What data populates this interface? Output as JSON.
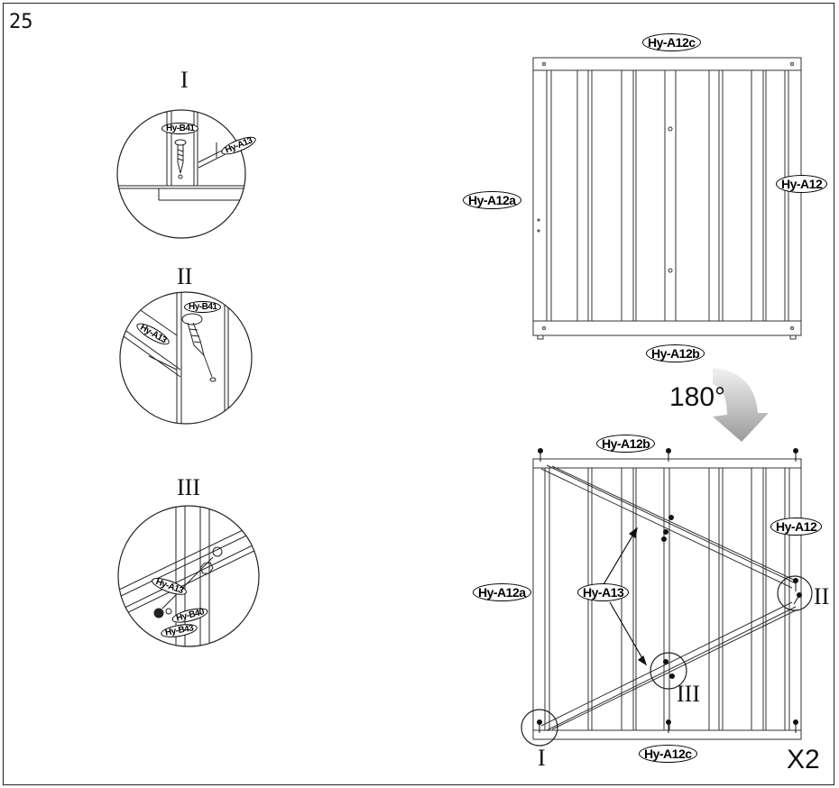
{
  "step_number": "25",
  "multiplier": "X2",
  "rotation": "180°",
  "details": {
    "I": {
      "label": "I",
      "parts": [
        "Hy-B41",
        "Hy-A13"
      ]
    },
    "II": {
      "label": "II",
      "parts": [
        "Hy-B41",
        "Hy-A13"
      ]
    },
    "III": {
      "label": "III",
      "parts": [
        "Hy-A13",
        "Hy-B40",
        "Hy-B43"
      ]
    }
  },
  "panel_top": {
    "top": "Hy-A12c",
    "bottom": "Hy-A12b",
    "left": "Hy-A12a",
    "right": "Hy-A12"
  },
  "panel_bottom": {
    "top": "Hy-A12b",
    "bottom": "Hy-A12c",
    "left": "Hy-A12a",
    "right": "Hy-A12",
    "brace": "Hy-A13",
    "callout_I": "I",
    "callout_II": "II",
    "callout_III": "III"
  }
}
